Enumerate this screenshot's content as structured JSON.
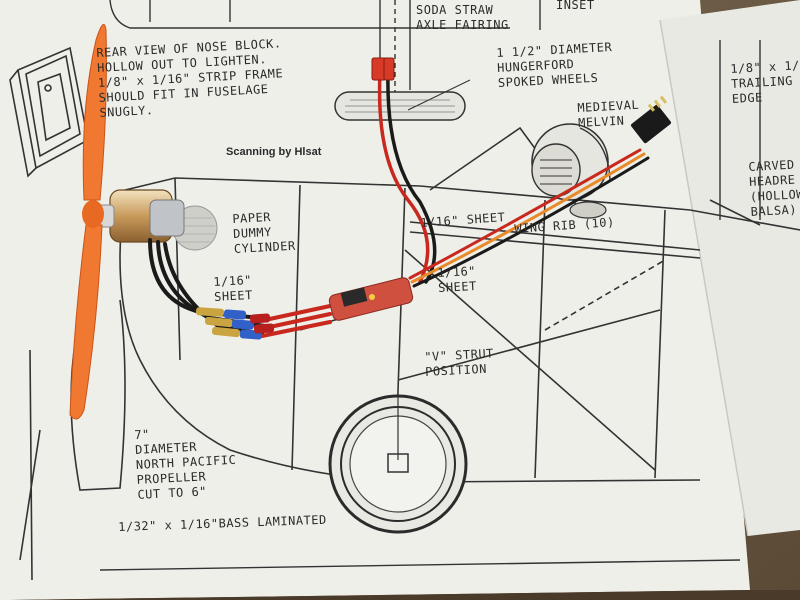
{
  "plan_labels": {
    "top_inset": "INSET",
    "flattened_straw": "FLATTENED\nSODA STRAW\nAXLE FAIRING",
    "nose_block": "REAR VIEW OF NOSE BLOCK.\nHOLLOW OUT TO LIGHTEN.\n1/8\" x 1/16\" STRIP FRAME\nSHOULD FIT IN FUSELAGE\nSNUGLY.",
    "wheels": "1 1/2\" DIAMETER\nHUNGERFORD\nSPOKED WHEELS",
    "pilot": "MEDIEVAL\nMELVIN",
    "trailing_edge": "1/8\" x 1/\nTRAILING\nEDGE",
    "headrest": "CARVED\nHEADRE\n(HOLLOW\nBALSA)",
    "credit": "Scanning by Hlsat",
    "dummy_cylinder": "PAPER\nDUMMY\nCYLINDER",
    "sheet_top": "1/16\" SHEET",
    "wing_rib": "WING RIB (10)",
    "sheet_left": "1/16\"\nSHEET",
    "sheet_mid": "1/16\"\nSHEET",
    "v_strut": "\"V\" STRUT\nPOSITION",
    "propeller": "7\"\nDIAMETER\nNORTH PACIFIC\nPROPELLER\nCUT TO 6\"",
    "bass": "1/32\" x 1/16\"BASS LAMINATED"
  },
  "colors": {
    "workbench": "#6b5a44",
    "paper": "#efefea",
    "ink": "#2b2b2b",
    "propeller": "#f07830",
    "wire_red": "#c8281e",
    "wire_black": "#1a1a1a",
    "wire_orange": "#e88a2a"
  }
}
